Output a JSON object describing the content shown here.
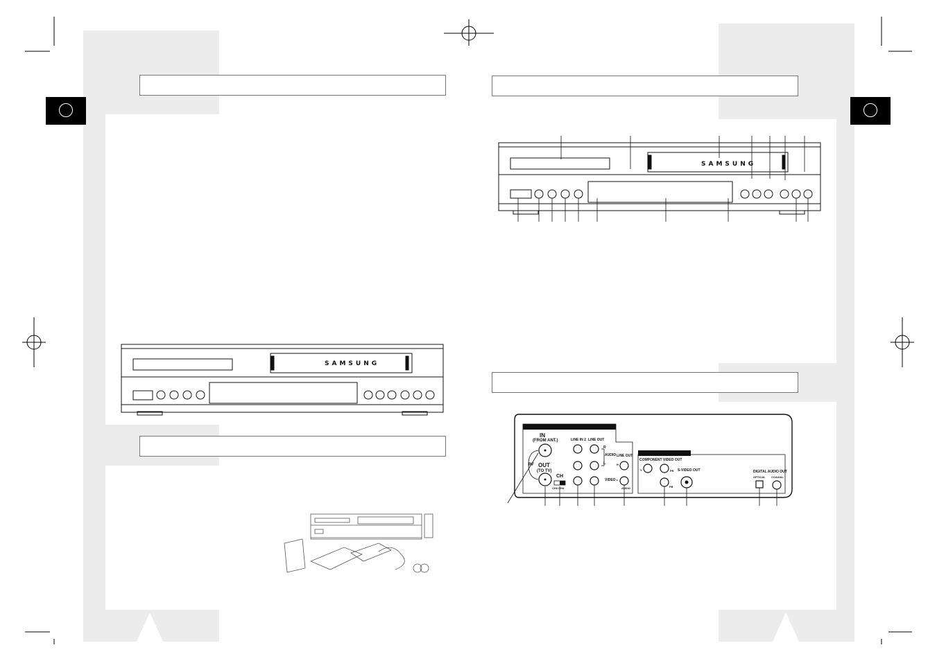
{
  "front_panel_logo": "SAMSUNG",
  "rear_panel": {
    "rf_in_label": "IN",
    "rf_in_sub": "(FROM ANT.)",
    "rf_label": "RF",
    "rf_out_label": "OUT",
    "rf_out_sub": "(TO TV)",
    "ch_label": "CH",
    "ch_switch_sub": "CH3  CH4",
    "line_in2_label": "LINE IN 2",
    "line_out_label": "LINE OUT",
    "audio_label": "AUDIO",
    "audio_r": "R",
    "audio_l": "L",
    "video_label": "VIDEO",
    "line_out2_label": "LINE OUT",
    "line_out2_r": "R",
    "line_out2_l": "L",
    "audio_sub": "AUDIO",
    "component_label": "COMPONENT VIDEO OUT",
    "comp_y": "Y",
    "comp_pb": "PB",
    "comp_pr": "PR",
    "svideo_label": "S-VIDEO OUT",
    "digital_label": "DIGITAL AUDIO OUT",
    "optical_label": "OPTICAL",
    "coaxial_label": "COAXIAL"
  },
  "colors": {
    "page_gray": "#ececec",
    "tab_black": "#000000",
    "line": "#222222"
  }
}
